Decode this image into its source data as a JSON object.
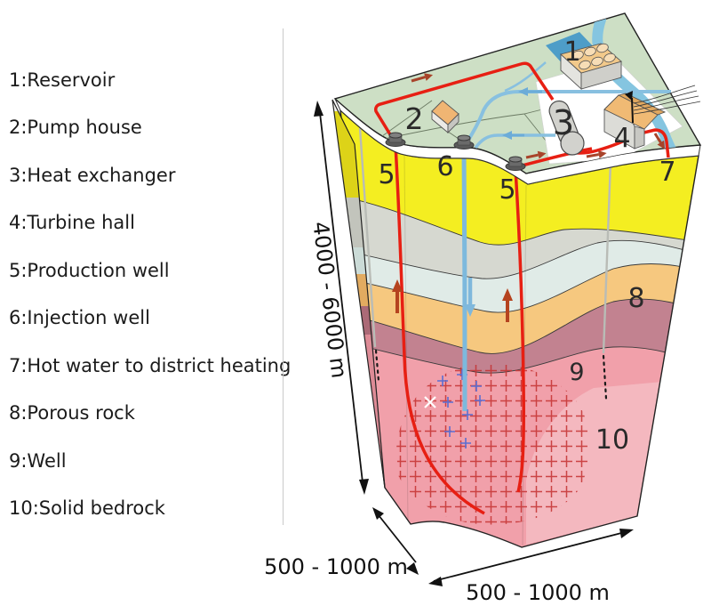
{
  "legend": {
    "items": [
      "1:Reservoir",
      "2:Pump house",
      "3:Heat exchanger",
      "4:Turbine hall",
      "5:Production well",
      "6:Injection well",
      "7:Hot water to district heating",
      "8:Porous rock",
      "9:Well",
      "10:Solid bedrock"
    ]
  },
  "diagram": {
    "labels": {
      "reservoir": "1",
      "pump_house": "2",
      "heat_exchanger": "3",
      "turbine_hall": "4",
      "production_well": "5",
      "injection_well": "6",
      "district_heating": "7",
      "porous_rock": "8",
      "well": "9",
      "solid_bedrock": "10"
    },
    "dimensions": {
      "depth": "4000 - 6000 m",
      "base_front": "500 - 1000 m",
      "base_side": "500 - 1000 m"
    },
    "colors": {
      "surface_green": "#cddfc5",
      "river_blue": "#85c5e0",
      "reservoir_blue": "#4e9dc8",
      "layer_yellow": "#f4ee21",
      "layer_gray": "#d6d8d0",
      "layer_pale_blue": "#e0ebe7",
      "layer_porous_orange": "#f6c87f",
      "layer_mauve": "#c28290",
      "layer_bedrock_pink": "#f1a0aa",
      "hot_pipe_red": "#e71f13",
      "cold_pipe_blue": "#88c0e0",
      "flow_arrow_dark_red": "#a8432a"
    }
  }
}
